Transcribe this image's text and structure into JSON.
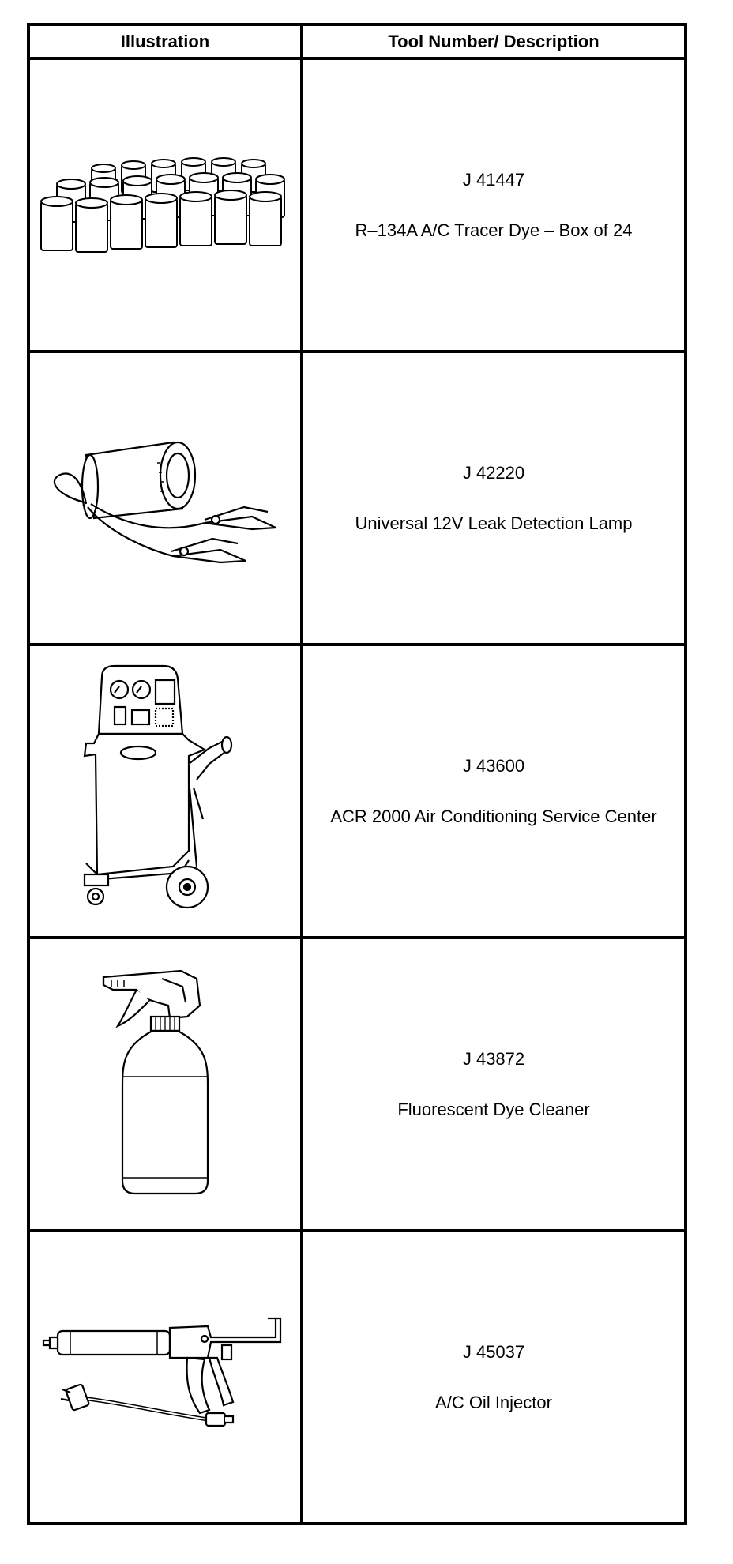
{
  "header": {
    "col1": "Illustration",
    "col2": "Tool Number/ Description"
  },
  "rows": [
    {
      "number": "J 41447",
      "description": "R–134A A/C Tracer Dye – Box of 24",
      "icon": "dye-bottles-icon"
    },
    {
      "number": "J 42220",
      "description": "Universal 12V Leak Detection Lamp",
      "icon": "leak-lamp-icon"
    },
    {
      "number": "J 43600",
      "description": "ACR 2000 Air Conditioning Service Center",
      "icon": "service-center-icon"
    },
    {
      "number": "J 43872",
      "description": "Fluorescent Dye Cleaner",
      "icon": "spray-bottle-icon"
    },
    {
      "number": "J 45037",
      "description": "A/C Oil Injector",
      "icon": "oil-injector-icon"
    }
  ]
}
